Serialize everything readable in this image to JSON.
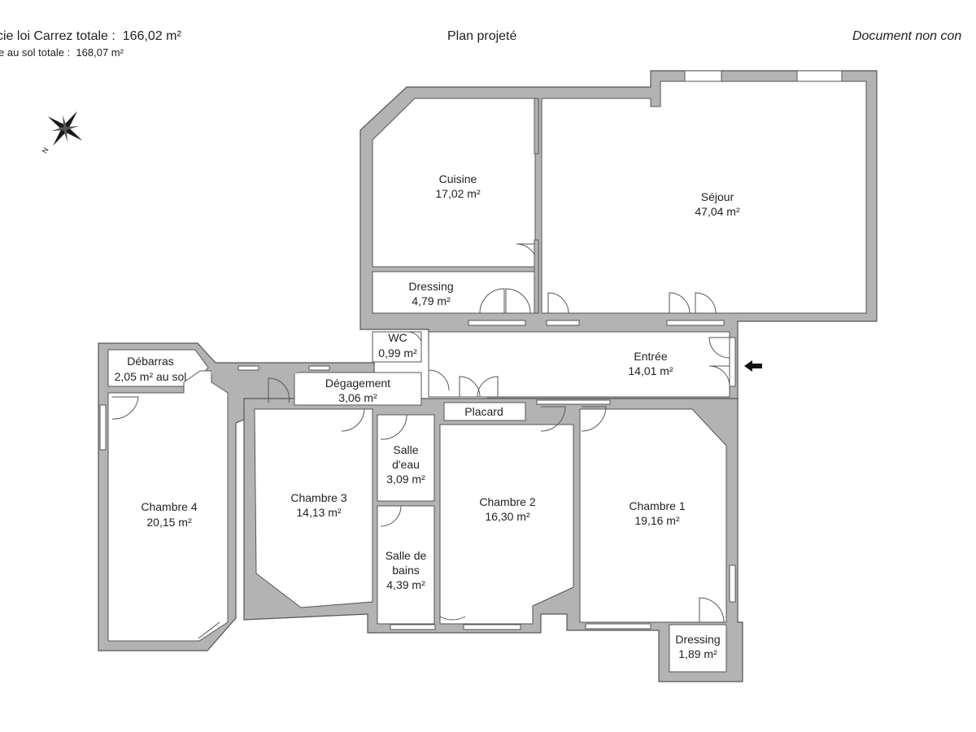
{
  "header": {
    "carrez_label": "cie loi Carrez totale :",
    "carrez_value": "166,02 m²",
    "sol_label": "e au sol totale :",
    "sol_value": "168,07 m²",
    "title": "Plan projeté",
    "disclaimer": "Document non con"
  },
  "compass": {
    "north": "N"
  },
  "rooms": {
    "cuisine": {
      "name": "Cuisine",
      "area": "17,02 m²"
    },
    "sejour": {
      "name": "Séjour",
      "area": "47,04 m²"
    },
    "dressing_top": {
      "name": "Dressing",
      "area": "4,79 m²"
    },
    "wc": {
      "name": "WC",
      "area": "0,99 m²"
    },
    "entree": {
      "name": "Entrée",
      "area": "14,01 m²"
    },
    "debarras": {
      "name": "Débarras",
      "area": "2,05 m² au sol"
    },
    "degagement": {
      "name": "Dégagement",
      "area": "3,06 m²"
    },
    "placard": {
      "name": "Placard"
    },
    "salle_eau": {
      "line1": "Salle",
      "line2": "d'eau",
      "area": "3,09 m²"
    },
    "salle_bains": {
      "line1": "Salle de",
      "line2": "bains",
      "area": "4,39 m²"
    },
    "chambre1": {
      "name": "Chambre 1",
      "area": "19,16 m²"
    },
    "chambre2": {
      "name": "Chambre 2",
      "area": "16,30 m²"
    },
    "chambre3": {
      "name": "Chambre 3",
      "area": "14,13 m²"
    },
    "chambre4": {
      "name": "Chambre 4",
      "area": "20,15 m²"
    },
    "dressing_bottom": {
      "name": "Dressing",
      "area": "1,89 m²"
    }
  },
  "colors": {
    "wall": "#b3b3b3",
    "wall_edge": "#555555",
    "floor": "#ffffff",
    "text": "#222222"
  }
}
